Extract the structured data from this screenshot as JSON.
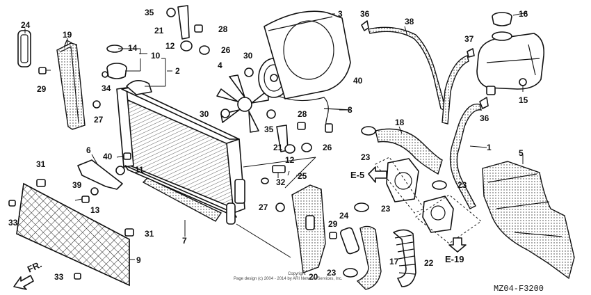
{
  "callouts": {
    "c1": "1",
    "c2": "2",
    "c3": "3",
    "c4": "4",
    "c5": "5",
    "c6": "6",
    "c7": "7",
    "c8": "8",
    "c9": "9",
    "c10": "10",
    "c11": "11",
    "c12a": "12",
    "c12b": "12",
    "c13": "13",
    "c14": "14",
    "c15": "15",
    "c16": "16",
    "c17": "17",
    "c18": "18",
    "c19": "19",
    "c20": "20",
    "c21a": "21",
    "c21b": "21",
    "c22": "22",
    "c23a": "23",
    "c23b": "23",
    "c23c": "23",
    "c23d": "23",
    "c24a": "24",
    "c24b": "24",
    "c25": "25",
    "c26a": "26",
    "c26b": "26",
    "c27a": "27",
    "c27b": "27",
    "c28a": "28",
    "c28b": "28",
    "c29a": "29",
    "c29b": "29",
    "c30a": "30",
    "c30b": "30",
    "c31a": "31",
    "c31b": "31",
    "c32": "32",
    "c33a": "33",
    "c33b": "33",
    "c34": "34",
    "c35a": "35",
    "c35b": "35",
    "c36a": "36",
    "c36b": "36",
    "c37": "37",
    "c38": "38",
    "c39": "39",
    "c40a": "40",
    "c40b": "40"
  },
  "references": {
    "e5": "E-5",
    "e19": "E-19"
  },
  "front_label": "FR.",
  "copyright": "Copyright",
  "copyright_line": "Page design (c) 2004 - 2014 by ARI Network Services, Inc.",
  "diagram_code": "MZ04-F3200"
}
